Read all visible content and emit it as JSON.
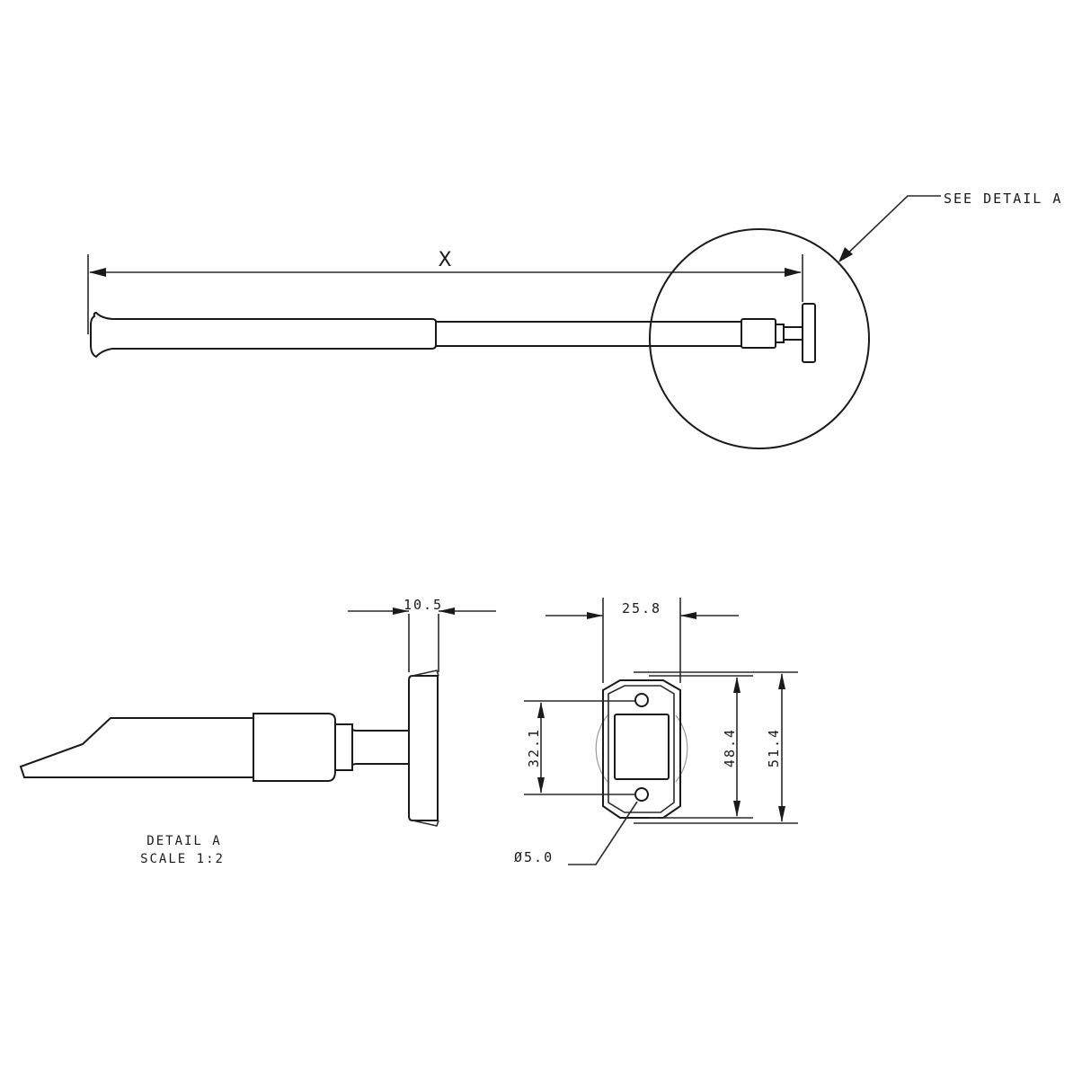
{
  "drawing": {
    "main_view": {
      "overall_length_label": "X",
      "callout": "SEE DETAIL  A"
    },
    "detail_view": {
      "title": "DETAIL  A",
      "scale": "SCALE  1:2",
      "dim_thickness": "10.5"
    },
    "end_view": {
      "dim_width": "25.8",
      "dim_hole_spacing": "32.1",
      "dim_inner_height": "48.4",
      "dim_outer_height": "51.4",
      "dim_hole_diameter": "Ø5.0"
    },
    "colors": {
      "line": "#1a1a1a",
      "background": "#ffffff"
    }
  }
}
